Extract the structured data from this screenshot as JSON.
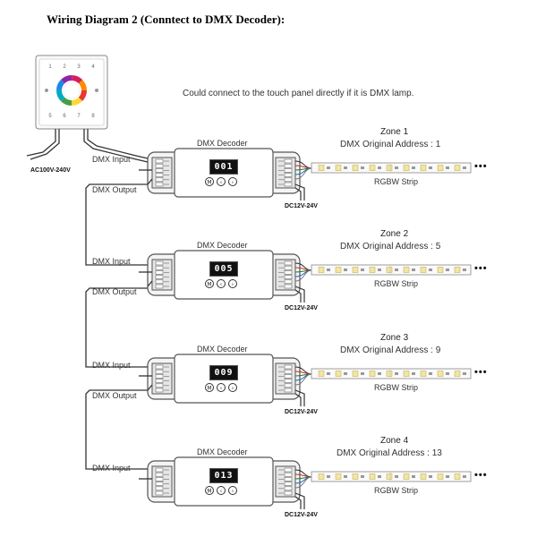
{
  "title": "Wiring Diagram 2 (Conntect to DMX Decoder):",
  "note": "Could connect to the touch panel directly if it is DMX lamp.",
  "panel": {
    "numbers_top": [
      "1",
      "2",
      "3",
      "4"
    ],
    "numbers_bottom": [
      "5",
      "6",
      "7",
      "8"
    ],
    "ac_label": "AC100V-240V"
  },
  "decoders": [
    {
      "zone_title": "Zone 1",
      "address_label": "DMX Original Address : 1",
      "display": "001",
      "decoder_label": "DMX Decoder",
      "input_label": "DMX Input",
      "output_label": "DMX Output",
      "power_label": "DC12V-24V",
      "strip_label": "RGBW Strip"
    },
    {
      "zone_title": "Zone 2",
      "address_label": "DMX Original Address : 5",
      "display": "005",
      "decoder_label": "DMX Decoder",
      "input_label": "DMX Input",
      "output_label": "DMX Output",
      "power_label": "DC12V-24V",
      "strip_label": "RGBW Strip"
    },
    {
      "zone_title": "Zone 3",
      "address_label": "DMX Original Address : 9",
      "display": "009",
      "decoder_label": "DMX Decoder",
      "input_label": "DMX Input",
      "output_label": "DMX Output",
      "power_label": "DC12V-24V",
      "strip_label": "RGBW Strip"
    },
    {
      "zone_title": "Zone 4",
      "address_label": "DMX Original Address : 13",
      "display": "013",
      "decoder_label": "DMX Decoder",
      "input_label": "DMX Input",
      "output_label": "",
      "power_label": "DC12V-24V",
      "strip_label": "RGBW Strip"
    }
  ],
  "strip_continuation": "•••",
  "colors": {
    "wire": "#333333",
    "device_fill": "#f4f4f4",
    "device_stroke": "#555555",
    "led": "#f2e6a0",
    "wheel_center": "#ffffff"
  }
}
